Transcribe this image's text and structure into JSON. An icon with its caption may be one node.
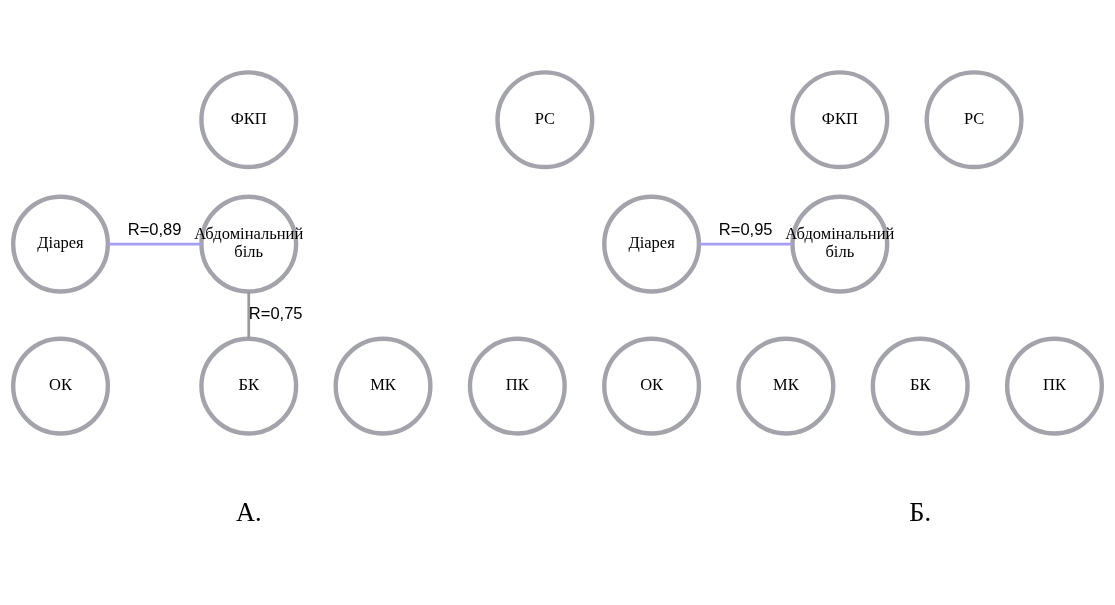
{
  "diagram": {
    "nodes": [
      {
        "text": [
          "ФКП"
        ]
      },
      {
        "text": [
          "РС"
        ]
      },
      {
        "text": [
          "Діарея"
        ]
      },
      {
        "text": [
          "Абдомінальний біль"
        ]
      },
      {
        "text": [
          "МК"
        ]
      },
      {
        "text": [
          "ОК"
        ]
      },
      {
        "text": [
          "БК"
        ]
      },
      {
        "text": [
          "ПК"
        ]
      },
      {
        "text": [
          "ФКП"
        ]
      },
      {
        "text": [
          "РС"
        ]
      },
      {
        "text": [
          "Діарея"
        ]
      },
      {
        "text": [
          "Абдомінальний біль"
        ]
      },
      {
        "text": [
          "МК"
        ]
      },
      {
        "text": [
          "ОК"
        ]
      },
      {
        "text": [
          "БК"
        ]
      },
      {
        "text": [
          "ПК"
        ]
      }
    ],
    "edges": [
      {
        "from": 2,
        "to": 3,
        "arrow": "none",
        "label": "R=0,89"
      },
      {
        "from": 3,
        "to": 6,
        "arrow": "none",
        "label": "R=0,75",
        "color": "#9a9a9a"
      },
      {
        "from": 10,
        "to": 11,
        "arrow": "none",
        "label": "R=0,95"
      }
    ],
    "labels": [
      "А.",
      "Б."
    ]
  }
}
